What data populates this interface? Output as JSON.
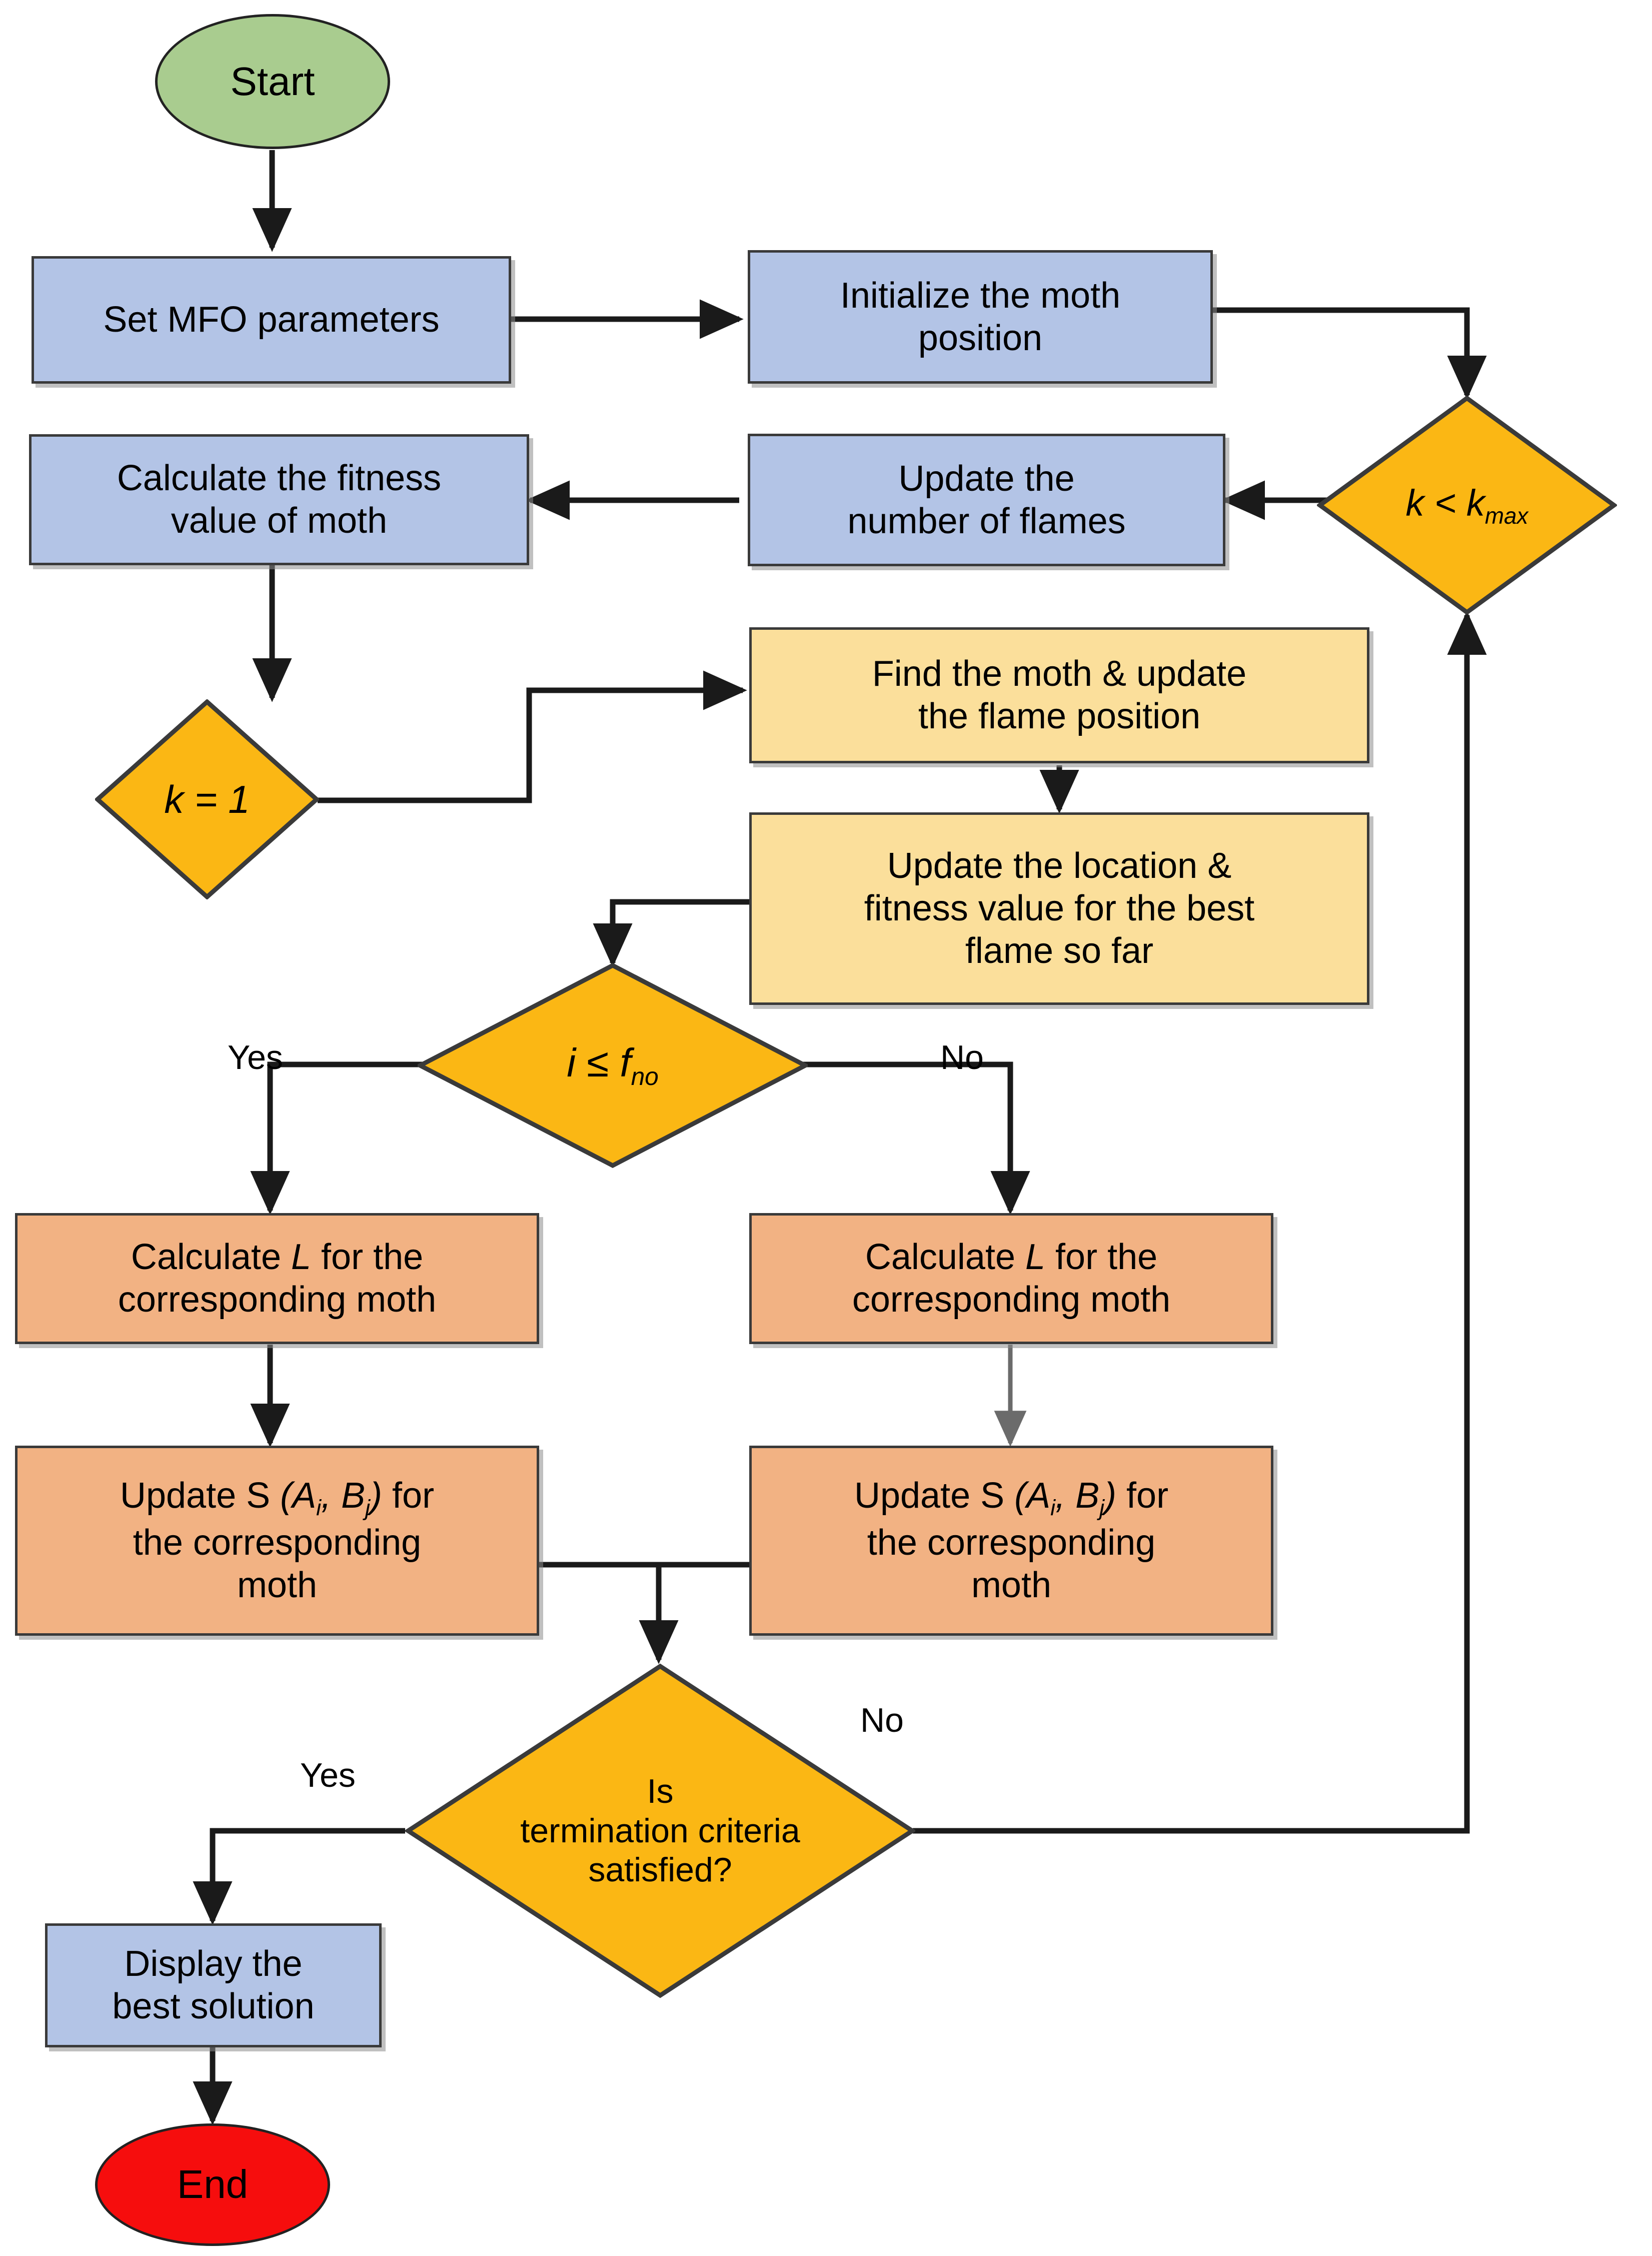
{
  "diagram": {
    "title": "Moth-Flame Optimization (MFO) algorithm flowchart",
    "colors": {
      "start_fill": "#a9cc8f",
      "end_fill": "#f60d0d",
      "process_blue": "#b3c4e6",
      "process_yellow": "#fbdf9b",
      "process_orange": "#f2b283",
      "decision_fill": "#fbb714",
      "stroke": "#3a3a3a",
      "wire": "#2b2b2b"
    }
  },
  "nodes": {
    "start": {
      "label": "Start",
      "shape": "ellipse"
    },
    "set_params": {
      "label": "Set MFO parameters",
      "shape": "rect"
    },
    "init_moth": {
      "label_line1": "Initialize the moth",
      "label_line2": "position",
      "shape": "rect"
    },
    "k_lt_kmax": {
      "label_main": "k < k",
      "label_sub": "max",
      "shape": "diamond"
    },
    "update_flames": {
      "label_line1": "Update the",
      "label_line2": "number of flames",
      "shape": "rect"
    },
    "calc_fitness": {
      "label_line1": "Calculate the fitness",
      "label_line2": "value of moth",
      "shape": "rect"
    },
    "k_eq_1": {
      "label": "k = 1",
      "shape": "diamond"
    },
    "find_moth": {
      "label_line1": "Find the moth & update",
      "label_line2": "the flame position",
      "shape": "rect"
    },
    "update_location": {
      "label_line1": "Update the location &",
      "label_line2": "fitness value for the best",
      "label_line3": "flame so far",
      "shape": "rect"
    },
    "i_le_fno": {
      "label_pre": "i ≤ ",
      "label_var": "f",
      "label_sub": "no",
      "shape": "diamond"
    },
    "calc_L_left": {
      "label_pre": "Calculate ",
      "label_var": "L",
      "label_post": " for the",
      "label_line2": "corresponding moth",
      "shape": "rect"
    },
    "calc_L_right": {
      "label_pre": "Calculate ",
      "label_var": "L",
      "label_post": " for the",
      "label_line2": "corresponding moth",
      "shape": "rect"
    },
    "update_S_left": {
      "label_pre": "Update S ",
      "label_expr_open": "(A",
      "label_sub_i": "i",
      "label_comma": ", B",
      "label_sub_j": "j",
      "label_expr_close": ")",
      "label_post": " for",
      "label_line2": "the corresponding",
      "label_line3": "moth",
      "shape": "rect"
    },
    "update_S_right": {
      "label_pre": "Update S ",
      "label_expr_open": "(A",
      "label_sub_i": "i",
      "label_comma": ", B",
      "label_sub_j": "j",
      "label_expr_close": ")",
      "label_post": " for",
      "label_line2": "the corresponding",
      "label_line3": "moth",
      "shape": "rect"
    },
    "termination": {
      "label_line1": "Is",
      "label_line2": "termination criteria",
      "label_line3": "satisfied?",
      "shape": "diamond"
    },
    "display_best": {
      "label_line1": "Display the",
      "label_line2": "best solution",
      "shape": "rect"
    },
    "end": {
      "label": "End",
      "shape": "ellipse"
    }
  },
  "edge_labels": {
    "fno_yes": "Yes",
    "fno_no": "No",
    "term_yes": "Yes",
    "term_no": "No"
  }
}
